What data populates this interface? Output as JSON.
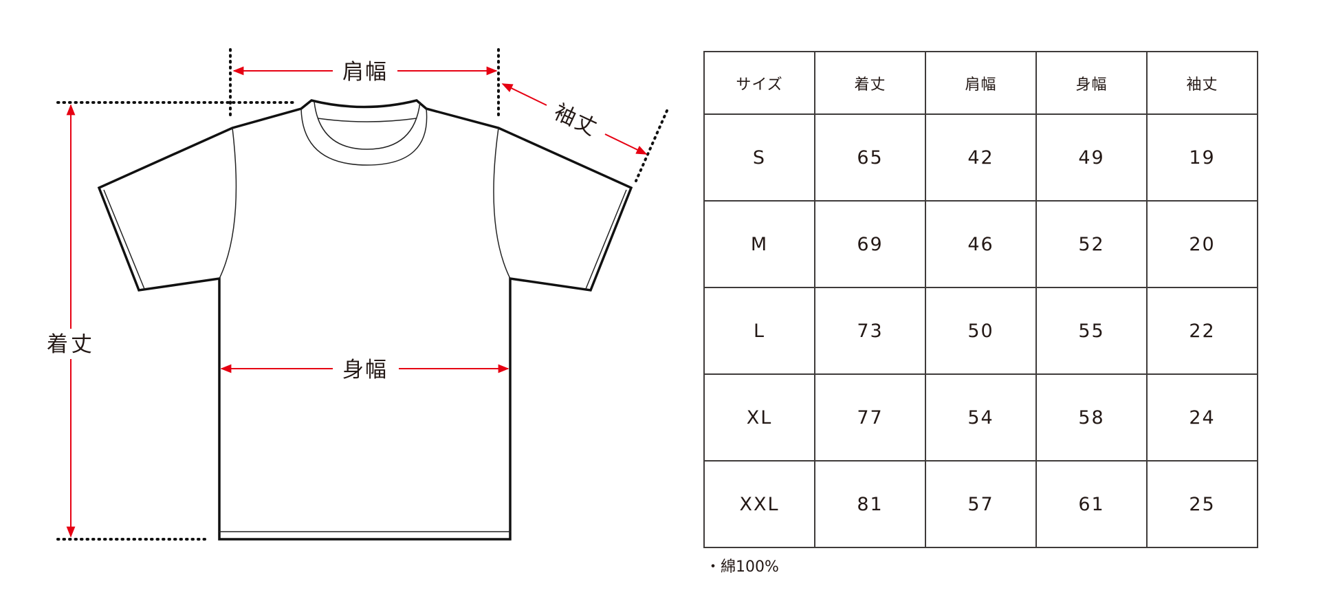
{
  "diagram": {
    "labels": {
      "length": "着丈",
      "shoulder": "肩幅",
      "body_width": "身幅",
      "sleeve": "袖丈"
    },
    "arrow_color": "#e60012"
  },
  "size_table": {
    "headers": [
      "サイズ",
      "着丈",
      "肩幅",
      "身幅",
      "袖丈"
    ],
    "rows": [
      [
        "S",
        "65",
        "42",
        "49",
        "19"
      ],
      [
        "M",
        "69",
        "46",
        "52",
        "20"
      ],
      [
        "L",
        "73",
        "50",
        "55",
        "22"
      ],
      [
        "XL",
        "77",
        "54",
        "58",
        "24"
      ],
      [
        "XXL",
        "81",
        "57",
        "61",
        "25"
      ]
    ]
  },
  "note": "・綿100%"
}
